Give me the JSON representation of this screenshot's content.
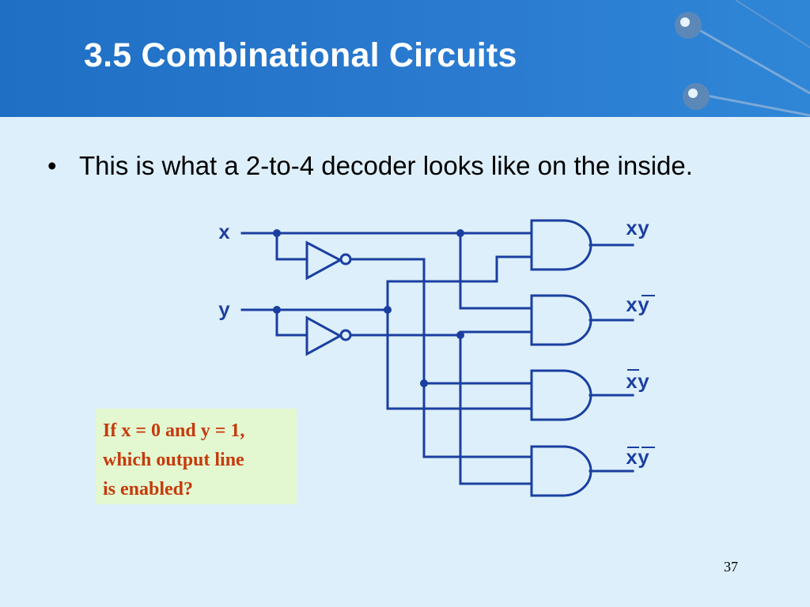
{
  "slide": {
    "title": "3.5 Combinational Circuits",
    "bullet": "This is what a 2-to-4 decoder looks like on the inside.",
    "page_number": "37"
  },
  "circuit": {
    "inputs": {
      "x": "x",
      "y": "y"
    },
    "outputs": [
      {
        "label": "xy",
        "bars": []
      },
      {
        "label": "xy",
        "bars": [
          "y"
        ]
      },
      {
        "label": "xy",
        "bars": [
          "x"
        ]
      },
      {
        "label": "xy",
        "bars": [
          "x",
          "y"
        ]
      }
    ]
  },
  "callout": {
    "lines": [
      "If x = 0 and y = 1,",
      "which output line",
      "is enabled?"
    ]
  },
  "colors": {
    "header_bg": "#2a7ad0",
    "page_bg": "#ddeffa",
    "wire": "#1b3fa0",
    "callout_bg": "#e3f8d0",
    "callout_text": "#c63a0c"
  }
}
